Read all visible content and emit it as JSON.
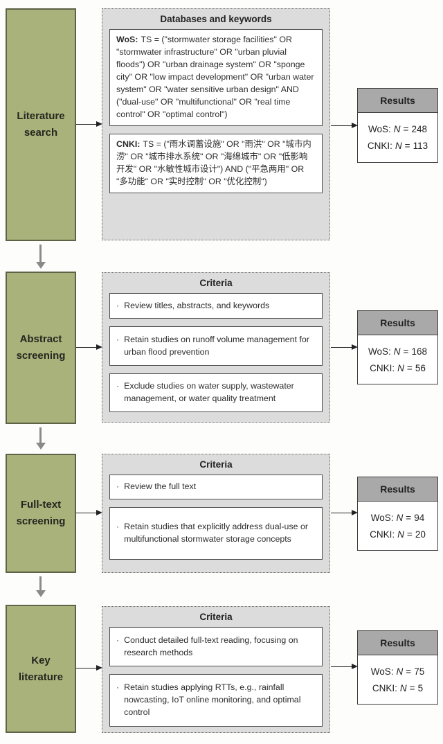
{
  "colors": {
    "stage_green": "#a9b27b",
    "stage_border": "#5f6247",
    "panel_gray": "#dcdcdc",
    "results_header_gray": "#a9a9a9",
    "arrow_dark": "#222222",
    "arrow_gray": "#8a8a8a"
  },
  "stages": [
    {
      "label": "Literature search",
      "panel_title": "Databases and keywords",
      "items": [
        {
          "bold": "WoS:",
          "text": "TS = (\"stormwater storage facilities\" OR \"stormwater infrastructure\" OR \"urban pluvial floods\") OR \"urban drainage system\" OR \"sponge city\" OR \"low impact development\" OR \"urban water system\" OR \"water sensitive urban design\" AND (\"dual-use\" OR \"multifunctional\" OR \"real time control\" OR \"optimal control\")"
        },
        {
          "bold": "CNKI:",
          "text": "TS = (\"雨水调蓄设施\" OR \"雨洪\" OR \"城市内涝\" OR \"城市排水系统\" OR \"海绵城市\" OR \"低影响开发\" OR \"水敏性城市设计\") AND (\"平急两用\" OR \"多功能\" OR \"实时控制\" OR \"优化控制\")"
        }
      ],
      "results": {
        "title": "Results",
        "lines": [
          {
            "prefix": "WoS:",
            "var": "N",
            "eq": "=",
            "value": "248"
          },
          {
            "prefix": "CNKI:",
            "var": "N",
            "eq": "=",
            "value": "113"
          }
        ]
      }
    },
    {
      "label": "Abstract screening",
      "panel_title": "Criteria",
      "items": [
        {
          "bullet": "·",
          "text": "Review titles, abstracts, and keywords"
        },
        {
          "bullet": "·",
          "text": "Retain studies on runoff volume management for urban flood prevention"
        },
        {
          "bullet": "·",
          "text": "Exclude studies on water supply, wastewater management, or water quality treatment"
        }
      ],
      "results": {
        "title": "Results",
        "lines": [
          {
            "prefix": "WoS:",
            "var": "N",
            "eq": "=",
            "value": "168"
          },
          {
            "prefix": "CNKI:",
            "var": "N",
            "eq": "=",
            "value": "56"
          }
        ]
      }
    },
    {
      "label": "Full-text screening",
      "panel_title": "Criteria",
      "items": [
        {
          "bullet": "·",
          "text": "Review the full text"
        },
        {
          "bullet": "·",
          "text": "Retain studies that explicitly address dual-use or multifunctional stormwater storage concepts"
        }
      ],
      "results": {
        "title": "Results",
        "lines": [
          {
            "prefix": "WoS:",
            "var": "N",
            "eq": "=",
            "value": "94"
          },
          {
            "prefix": "CNKI:",
            "var": "N",
            "eq": "=",
            "value": "20"
          }
        ]
      }
    },
    {
      "label": "Key literature",
      "panel_title": "Criteria",
      "items": [
        {
          "bullet": "·",
          "text": "Conduct detailed full-text reading, focusing on research methods"
        },
        {
          "bullet": "·",
          "text": "Retain studies applying RTTs, e.g., rainfall nowcasting, IoT online monitoring, and optimal control"
        }
      ],
      "results": {
        "title": "Results",
        "lines": [
          {
            "prefix": "WoS:",
            "var": "N",
            "eq": "=",
            "value": "75"
          },
          {
            "prefix": "CNKI:",
            "var": "N",
            "eq": "=",
            "value": "5"
          }
        ]
      }
    }
  ]
}
